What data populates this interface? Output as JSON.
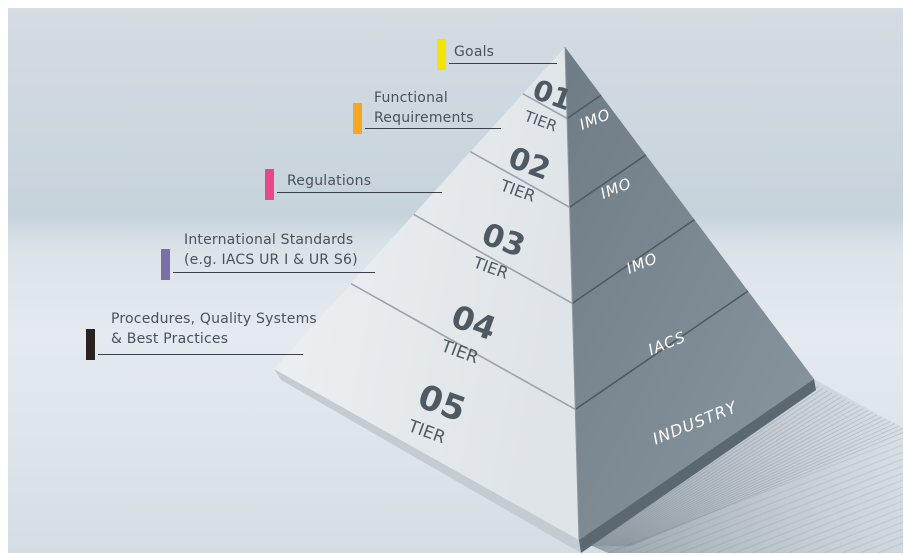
{
  "labels": [
    {
      "text": [
        "Goals"
      ],
      "color": "#f2e400"
    },
    {
      "text": [
        "Functional",
        "Requirements"
      ],
      "color": "#f5a623"
    },
    {
      "text": [
        "Regulations"
      ],
      "color": "#e8488a"
    },
    {
      "text": [
        "International Standards",
        "(e.g. IACS UR I & UR S6)"
      ],
      "color": "#7b6fa8"
    },
    {
      "text": [
        "Procedures, Quality Systems",
        "& Best Practices"
      ],
      "color": "#2a221f"
    }
  ],
  "tiers": [
    {
      "number": "01",
      "word": "TIER",
      "side": "IMO"
    },
    {
      "number": "02",
      "word": "TIER",
      "side": "IMO"
    },
    {
      "number": "03",
      "word": "TIER",
      "side": "IMO"
    },
    {
      "number": "04",
      "word": "TIER",
      "side": "IACS"
    },
    {
      "number": "05",
      "word": "TIER",
      "side": "INDUSTRY"
    }
  ]
}
